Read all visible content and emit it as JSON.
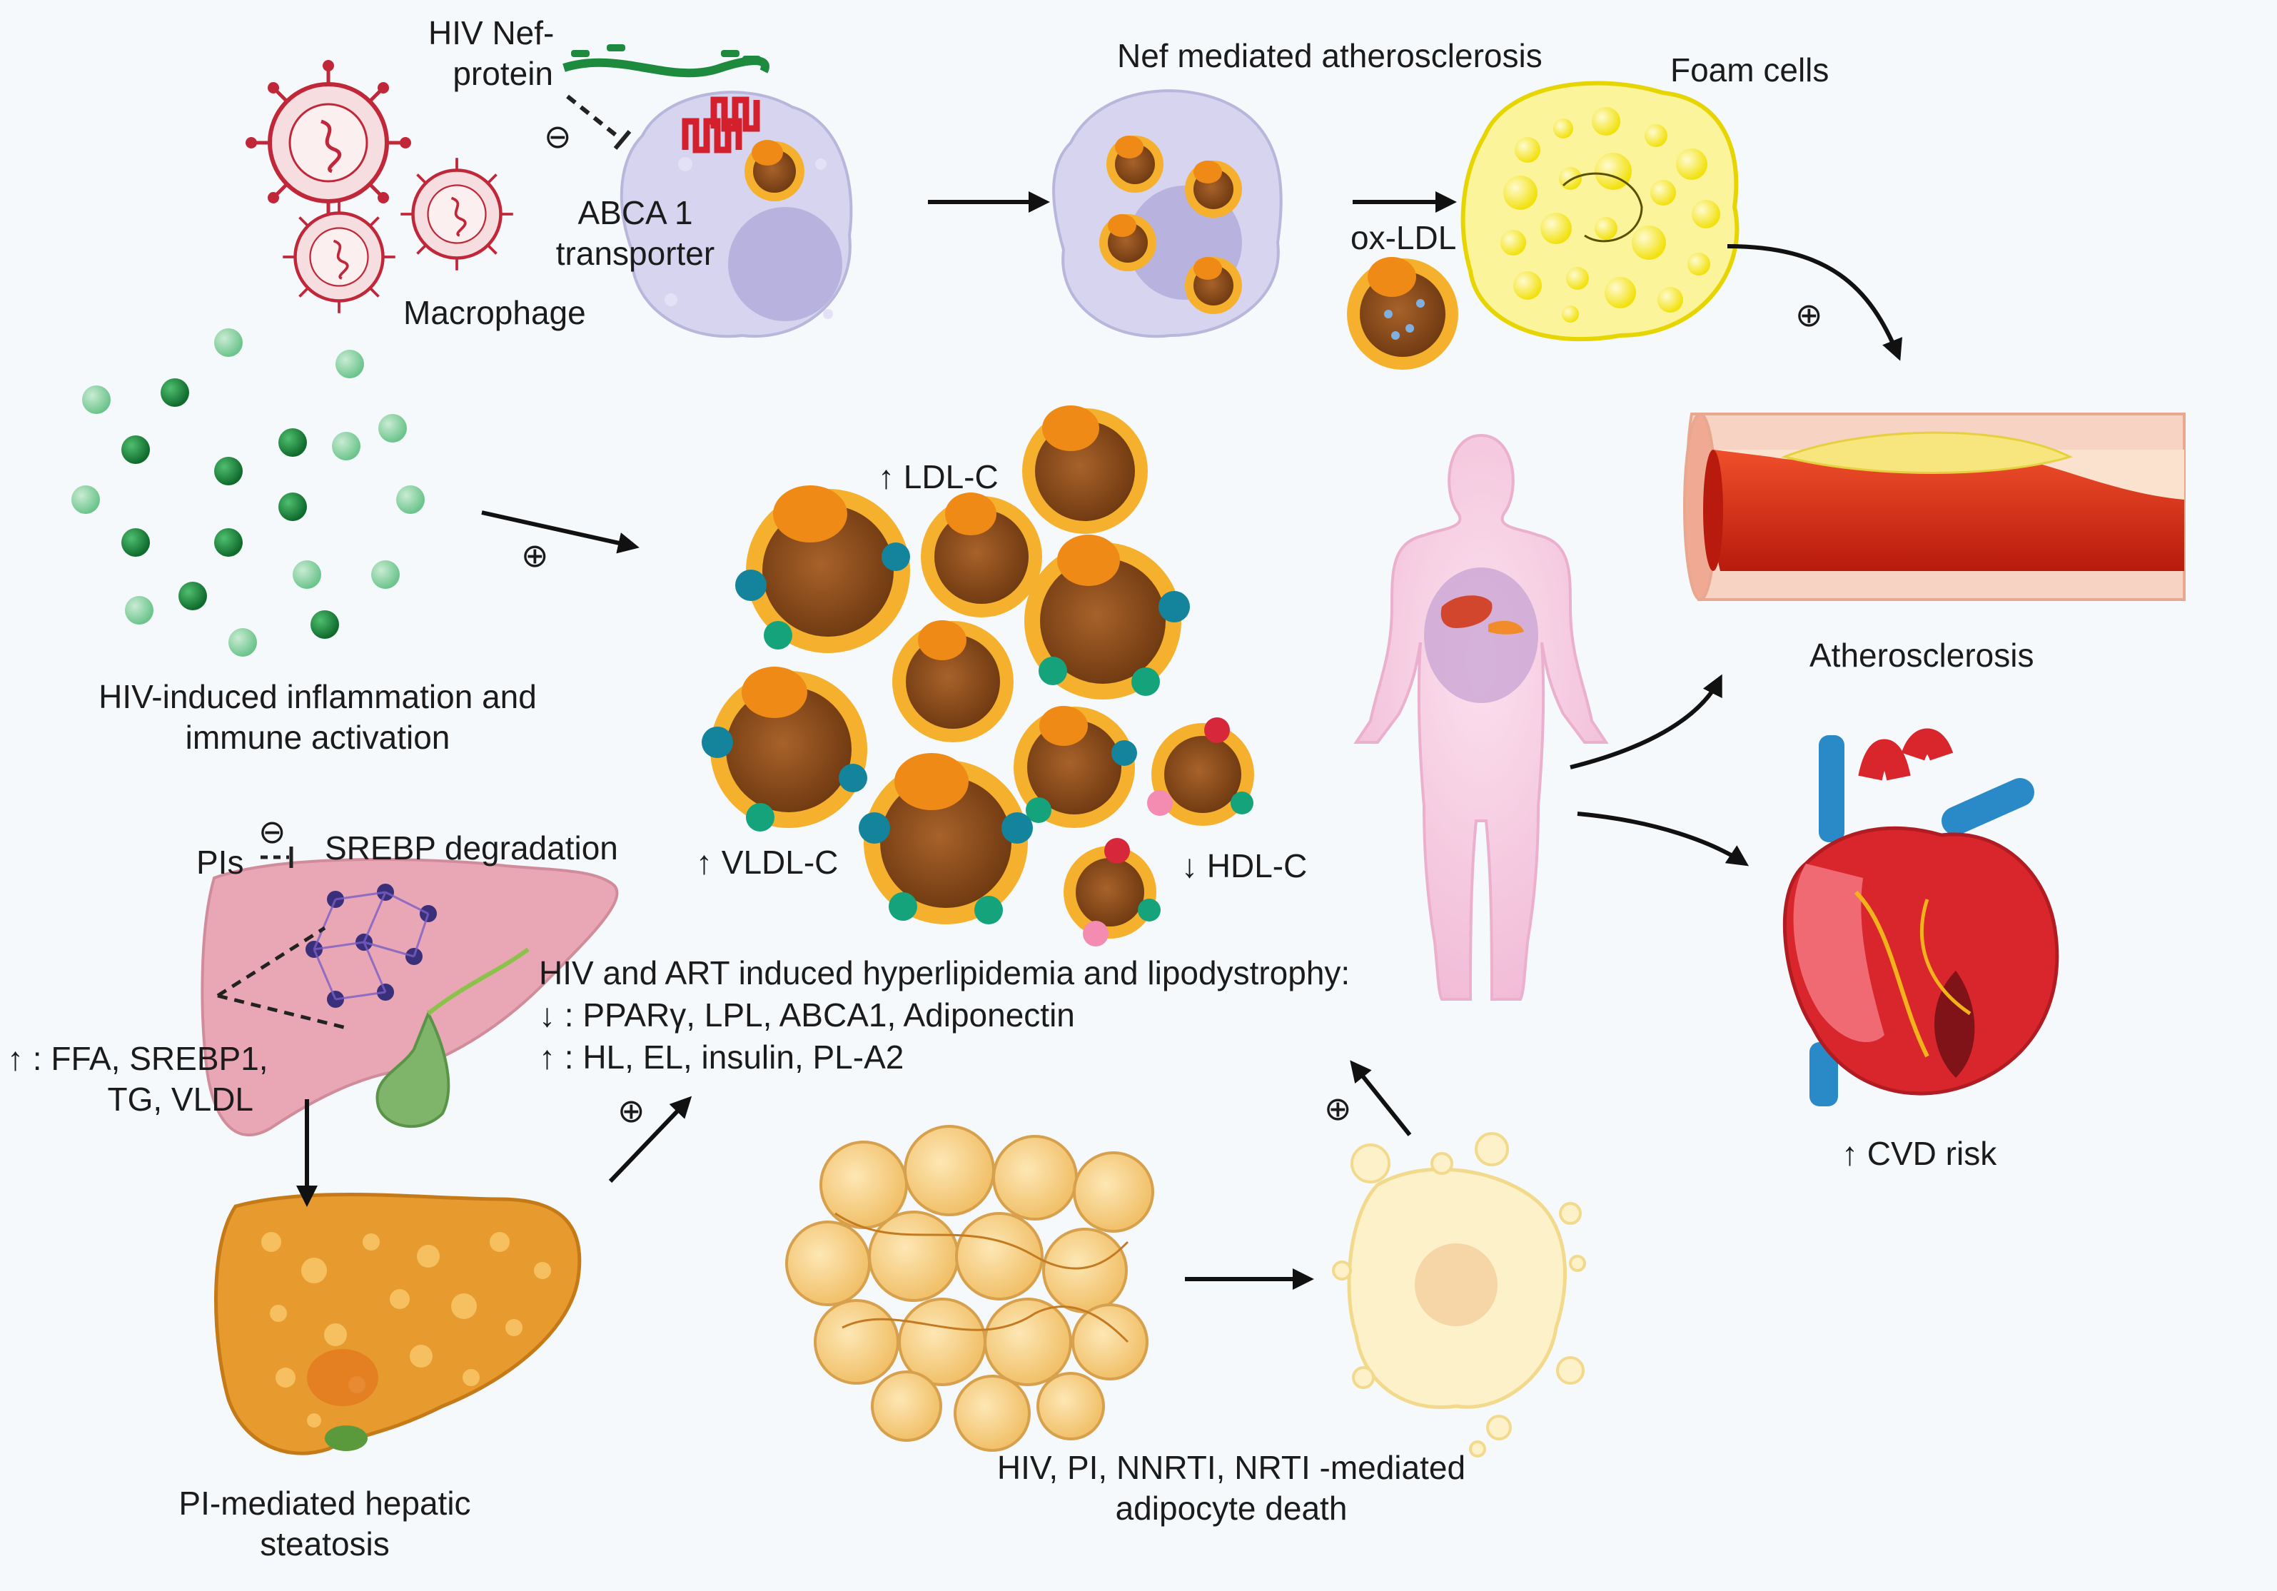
{
  "labels": {
    "hiv_nef_protein": "HIV Nef-\nprotein",
    "abca1_transporter": "ABCA 1\ntransporter",
    "macrophage": "Macrophage",
    "nef_atherosclerosis": "Nef mediated atherosclerosis",
    "foam_cells": "Foam cells",
    "ox_ldl": "ox-LDL",
    "atherosclerosis": "Atherosclerosis",
    "inflammation": "HIV-induced inflammation and\nimmune activation",
    "ldl_c": "↑ LDL-C",
    "vldl_c": "↑ VLDL-C",
    "hdl_c": "↓ HDL-C",
    "pis": "PIs",
    "srebp_degradation": "SREBP degradation",
    "liver_markers": "↑ : FFA, SREBP1,\nTG, VLDL",
    "hyperlipidemia_title": "HIV and ART induced hyperlipidemia and lipodystrophy:",
    "decreased_list": "↓ : PPARγ, LPL, ABCA1, Adiponectin",
    "increased_list": "↑ : HL, EL, insulin, PL-A2",
    "cvd_risk": "↑ CVD risk",
    "hepatic_steatosis": "PI-mediated hepatic\nsteatosis",
    "adipocyte_death": "HIV, PI, NNRTI, NRTI -mediated\nadipocyte death"
  },
  "symbols": {
    "plus": "⊕",
    "minus": "⊖"
  },
  "colors": {
    "background": "#f5f9fc",
    "hiv_green": "#1e8a3e",
    "virus_red": "#c0283a",
    "macrophage": "#d6d4ee",
    "foam_yellow": "#fbf06a",
    "lipoprotein_core": "#8a4a1c",
    "lipoprotein_shell": "#f5b12d",
    "artery_red": "#d62a14",
    "heart_red": "#d8262c",
    "liver_orange": "#e79a2e",
    "body_pink": "#f4c7df"
  }
}
